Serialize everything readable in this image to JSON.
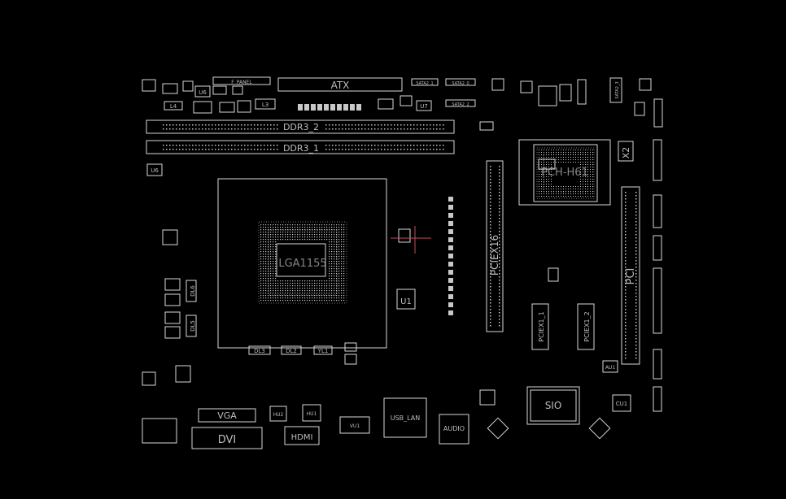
{
  "colors": {
    "background": "#000000",
    "outline": "#d8d8d8",
    "label": "#bdbdbd",
    "marker": "#c05060"
  },
  "labels": {
    "atx": "ATX",
    "ddr3_2": "DDR3_2",
    "ddr3_1": "DDR3_1",
    "cpu_socket": "LGA1155",
    "pch": "PCH-H61",
    "pciex16": "PCIEX16",
    "pciex1_1": "PCIEX1_1",
    "pciex1_2": "PCIEX1_2",
    "pci": "PCI",
    "sio": "SIO",
    "vga": "VGA",
    "dvi": "DVI",
    "hdmi": "HDMI",
    "usb_lan": "USB_LAN",
    "audio": "AUDIO",
    "x2": "X2",
    "f_panel": "F_PANEL",
    "sata2_1": "SATA2_1",
    "sata2_0": "SATA2_0",
    "sata2_2": "SATA2_2",
    "sata2_3": "SATA2_3",
    "u1": "U1",
    "u6": "U6",
    "u7": "U7",
    "l3": "L3",
    "l4": "L4",
    "dl3": "DL3",
    "dl2": "DL2",
    "dl5": "DL5",
    "dl6": "DL6",
    "yl1": "YL1",
    "au1": "AU1",
    "cu1": "CU1",
    "hu1": "HU1",
    "hu2": "HU2",
    "vu1": "VU1"
  }
}
